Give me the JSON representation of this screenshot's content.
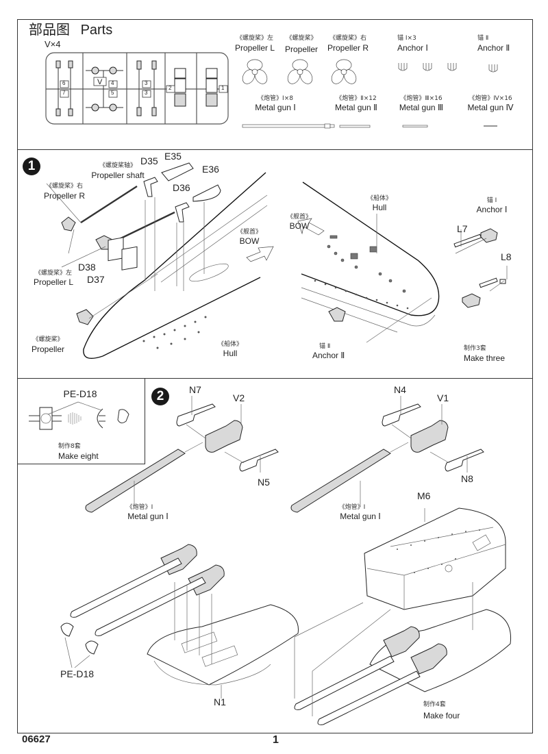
{
  "document": {
    "product_code": "06627",
    "page_number": "1"
  },
  "parts_section": {
    "title_cn": "部品图",
    "title_en": "Parts",
    "sprue_label": "V×4",
    "sprue_letter": "V",
    "sprue_numbers": [
      "6",
      "7",
      "4",
      "5",
      "3",
      "3",
      "2",
      "1"
    ],
    "items": [
      {
        "cn": "《螺旋桨》左",
        "en": "Propeller  L"
      },
      {
        "cn": "《螺旋桨》",
        "en": "Propeller"
      },
      {
        "cn": "《螺旋桨》右",
        "en": "Propeller R"
      },
      {
        "cn": "锚 Ⅰ×3",
        "en": "Anchor Ⅰ"
      },
      {
        "cn": "锚 Ⅱ",
        "en": "Anchor Ⅱ"
      },
      {
        "cn": "《炮管》Ⅰ×8",
        "en": "Metal gun Ⅰ"
      },
      {
        "cn": "《炮管》Ⅱ×12",
        "en": "Metal gun Ⅱ"
      },
      {
        "cn": "《炮管》Ⅲ×16",
        "en": "Metal gun Ⅲ"
      },
      {
        "cn": "《炮管》Ⅳ×16",
        "en": "Metal gun Ⅳ"
      }
    ]
  },
  "step1": {
    "number": "1",
    "labels": {
      "propeller_shaft_cn": "《螺旋桨轴》",
      "propeller_shaft_en": "Propeller shaft",
      "propeller_r_cn": "《螺旋桨》右",
      "propeller_r_en": "Propeller R",
      "propeller_l_cn": "《螺旋桨》左",
      "propeller_l_en": "Propeller  L",
      "propeller_cn": "《螺旋桨》",
      "propeller_en": "Propeller",
      "d35": "D35",
      "e35": "E35",
      "d36": "D36",
      "e36": "E36",
      "d38": "D38",
      "d37": "D37",
      "bow_cn": "《舰首》",
      "bow_en": "BOW",
      "hull_cn": "《船体》",
      "hull_en": "Hull",
      "bow2_cn": "《舰首》",
      "bow2_en": "BOW",
      "hull2_cn": "《船体》",
      "hull2_en": "Hull",
      "anchor1_cn": "锚 Ⅰ",
      "anchor1_en": "Anchor Ⅰ",
      "l7": "L7",
      "l8": "L8",
      "anchor2_cn": "锚 Ⅱ",
      "anchor2_en": "Anchor  Ⅱ",
      "make_cn": "制作3套",
      "make_en": "Make three"
    }
  },
  "pe_inset": {
    "part": "PE-D18",
    "make_cn": "制作8套",
    "make_en": "Make eight"
  },
  "step2": {
    "number": "2",
    "labels": {
      "n7": "N7",
      "v2": "V2",
      "n5": "N5",
      "gun_left_cn": "《炮管》Ⅰ",
      "gun_left_en": "Metal gun Ⅰ",
      "n4": "N4",
      "v1": "V1",
      "n8": "N8",
      "gun_right_cn": "《炮管》Ⅰ",
      "gun_right_en": "Metal gun Ⅰ",
      "m6": "M6",
      "pe_d18": "PE-D18",
      "n1": "N1",
      "make_cn": "制作4套",
      "make_en": "Make four"
    }
  }
}
